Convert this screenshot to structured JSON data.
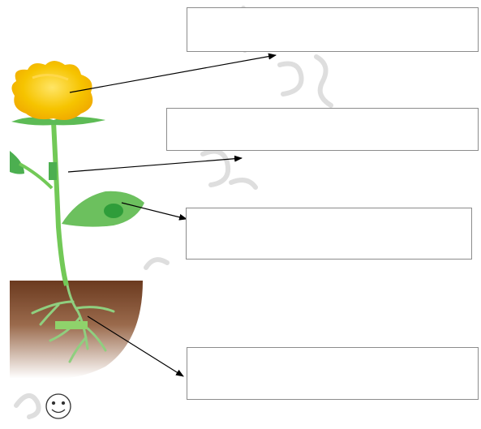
{
  "diagram": {
    "colors": {
      "petal": "#f6c400",
      "petal_highlight": "#ffe566",
      "stem": "#72c957",
      "leaf": "#5dbb55",
      "leaf_dark": "#2f9d3a",
      "soil_top": "#6b3a1f",
      "soil_bottom": "#ffffff",
      "root": "#8fcf7f",
      "arrow": "#000000",
      "watermark": "#d9d9d9"
    },
    "labels": [
      {
        "id": "flower",
        "text": ""
      },
      {
        "id": "stem",
        "text": ""
      },
      {
        "id": "leaf",
        "text": ""
      },
      {
        "id": "root",
        "text": ""
      }
    ],
    "icons": [
      "smiley-icon"
    ]
  }
}
